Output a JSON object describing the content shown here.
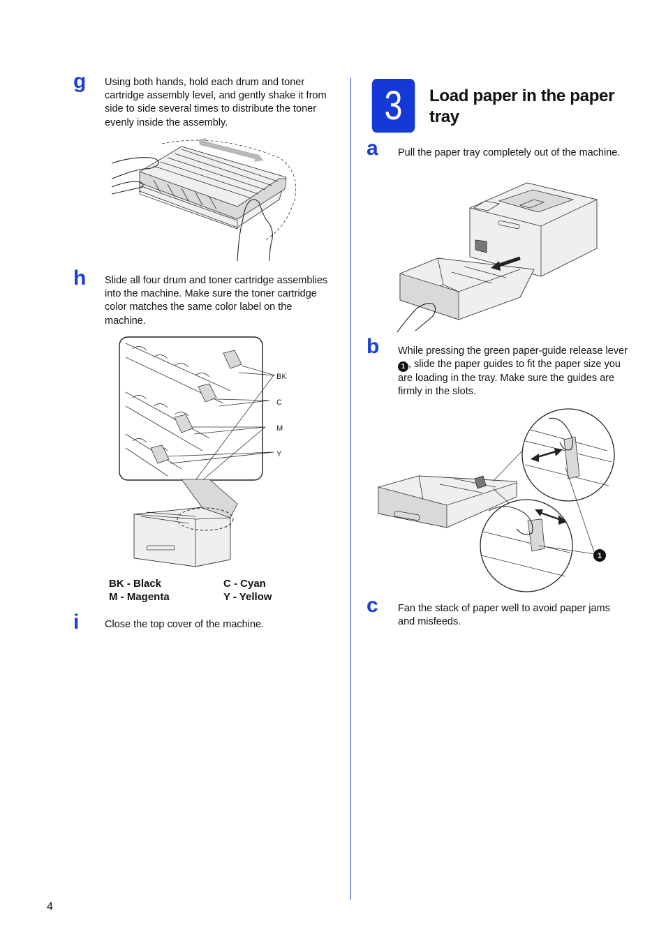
{
  "left_column": {
    "step_g": {
      "letter": "g",
      "text": "Using both hands, hold each drum and toner cartridge assembly level, and gently shake it from side to side several times to distribute the toner evenly inside the assembly."
    },
    "step_h": {
      "letter": "h",
      "text": "Slide all four drum and toner cartridge assemblies into the machine. Make sure the toner cartridge color matches the same color label on the machine."
    },
    "figure_h_labels": {
      "bk": "BK",
      "c": "C",
      "m": "M",
      "y": "Y"
    },
    "legend": {
      "bk": "BK - Black",
      "c": "C - Cyan",
      "m": "M - Magenta",
      "y": "Y - Yellow"
    },
    "step_i": {
      "letter": "i",
      "text": "Close the top cover of the machine."
    }
  },
  "right_column": {
    "section": {
      "number": "3",
      "title": "Load paper in the paper tray"
    },
    "step_a": {
      "letter": "a",
      "text": "Pull the paper tray completely out of the machine."
    },
    "step_b": {
      "letter": "b",
      "text_before_callout": "While pressing the green paper-guide release lever ",
      "callout": "1",
      "text_after_callout": ", slide the paper guides to fit the paper size you are loading in the tray. Make sure the guides are firmly in the slots."
    },
    "figure_b_callout": "1",
    "step_c": {
      "letter": "c",
      "text": "Fan the stack of paper well to avoid paper jams and misfeeds."
    }
  },
  "footer": {
    "page_number": "4"
  },
  "colors": {
    "accent": "#1539d6",
    "text": "#111111"
  }
}
